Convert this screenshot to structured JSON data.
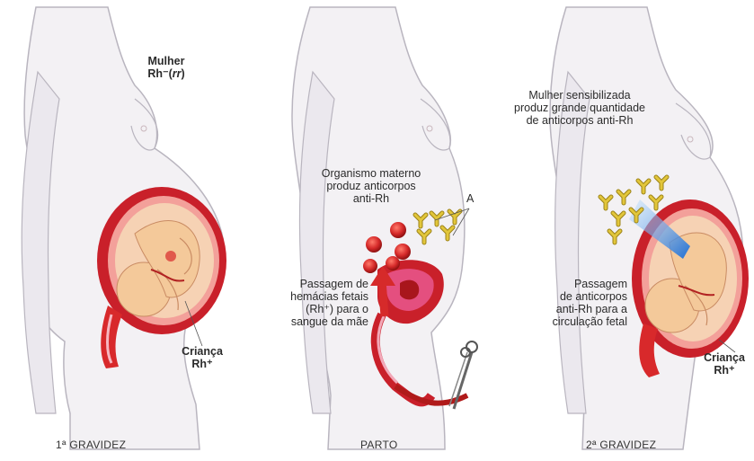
{
  "panels": [
    {
      "caption": "1ª GRAVIDEZ",
      "mother_label": [
        "Mulher",
        "Rh⁻(",
        "rr",
        ")"
      ],
      "fetus_label": [
        "Criança",
        "Rh⁺"
      ]
    },
    {
      "caption": "PARTO",
      "antibody_label": [
        "Organismo materno",
        "produz anticorpos",
        "anti-Rh"
      ],
      "rbc_label": [
        "Passagem de",
        "hemácias fetais",
        "(Rh⁺) para o",
        "sangue da mãe"
      ],
      "cut_letter": "A"
    },
    {
      "caption": "2ª GRAVIDEZ",
      "mother_label": [
        "Mulher sensibilizada",
        "produz grande quantidade",
        "de anticorpos anti-Rh"
      ],
      "passage_label": [
        "Passagem",
        "de anticorpos",
        "anti-Rh para a",
        "circulação fetal"
      ],
      "fetus_label": [
        "Criança",
        "Rh⁺"
      ]
    }
  ],
  "colors": {
    "body_fill": "#f3f1f4",
    "body_outline": "#b9b5bf",
    "uterus": "#d8292b",
    "amniotic": "#f6c9a8",
    "fetus": "#f4c99a",
    "rbc": "#d62a2a",
    "antibody": "#d4b72a",
    "flow": "#2f7fe0"
  },
  "icons": [
    "antibody-icon",
    "red-blood-cell-icon",
    "arrow-icon",
    "clamp-icon"
  ]
}
